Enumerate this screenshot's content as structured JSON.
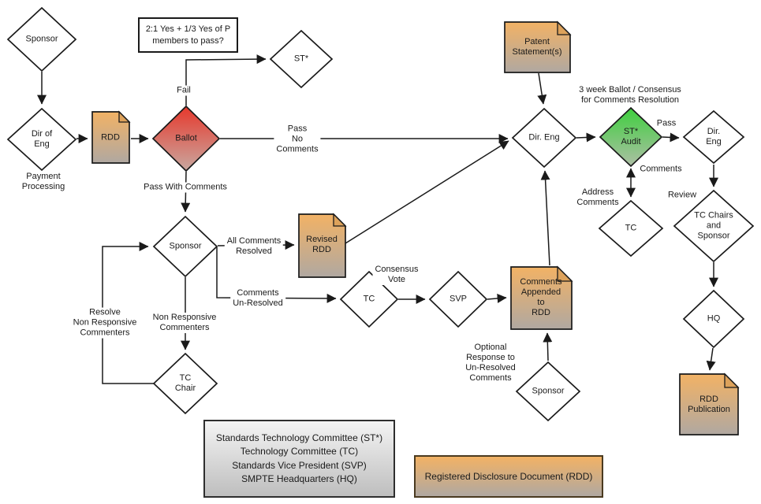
{
  "title": "RDD process flowchart",
  "nodes": {
    "sponsor_top": {
      "label": "Sponsor"
    },
    "dir_of_eng": {
      "label": "Dir of\nEng"
    },
    "ballot": {
      "label": "Ballot"
    },
    "st_star": {
      "label": "ST*"
    },
    "sponsor_mid": {
      "label": "Sponsor"
    },
    "tc_mid": {
      "label": "TC"
    },
    "svp": {
      "label": "SVP"
    },
    "dir_eng_mid": {
      "label": "Dir. Eng"
    },
    "st_audit": {
      "label": "ST*\nAudit"
    },
    "dir_eng_right": {
      "label": "Dir.\nEng"
    },
    "tc_right": {
      "label": "TC"
    },
    "tc_chairs": {
      "label": "TC Chairs\nand\nSponsor"
    },
    "hq": {
      "label": "HQ"
    },
    "sponsor_bottom": {
      "label": "Sponsor"
    },
    "tc_chair": {
      "label": "TC\nChair"
    }
  },
  "documents": {
    "rdd": {
      "label": "RDD"
    },
    "patent": {
      "label": "Patent\nStatement(s)"
    },
    "revised_rdd": {
      "label": "Revised\nRDD"
    },
    "comments_appended": {
      "label": "Comments\nAppended\nto\nRDD"
    },
    "rdd_publication": {
      "label": "RDD\nPublication"
    }
  },
  "annotations": {
    "ballot_rule": "2:1 Yes + 1/3 Yes of P\nmembers to pass?",
    "payment_processing": "Payment\nProcessing",
    "fail": "Fail",
    "pass_no_comments": "Pass\nNo\nComments",
    "pass_with_comments": "Pass With Comments",
    "all_comments_resolved": "All Comments\nResolved",
    "comments_unresolved": "Comments\nUn-Resolved",
    "non_responsive": "Non Responsive\nCommenters",
    "resolve_non_responsive": "Resolve\nNon Responsive\nCommenters",
    "consensus_vote": "Consensus\nVote",
    "optional_response": "Optional\nResponse to\nUn-Resolved\nComments",
    "three_week_ballot": "3 week Ballot / Consensus\nfor Comments Resolution",
    "pass": "Pass",
    "comments": "Comments",
    "address_comments": "Address\nComments",
    "review": "Review"
  },
  "legend": {
    "roles": {
      "lines": [
        "Standards Technology Committee (ST*)",
        "Technology Committee (TC)",
        "Standards Vice President (SVP)",
        "SMPTE Headquarters (HQ)"
      ]
    },
    "document": {
      "label": "Registered Disclosure Document (RDD)"
    }
  },
  "colors": {
    "line": "#1a1a1a",
    "document_top": "#F2B265",
    "document_bottom": "#B0A8A1",
    "document_fold": "#DDA25B",
    "ballot_top": "#E6382C",
    "ballot_bottom": "#C9A8A0",
    "audit_top": "#3ECF3E",
    "audit_bottom": "#ADBFA5",
    "legend_gray_top": "#F4F4F4",
    "legend_gray_bottom": "#BEBEBE"
  }
}
